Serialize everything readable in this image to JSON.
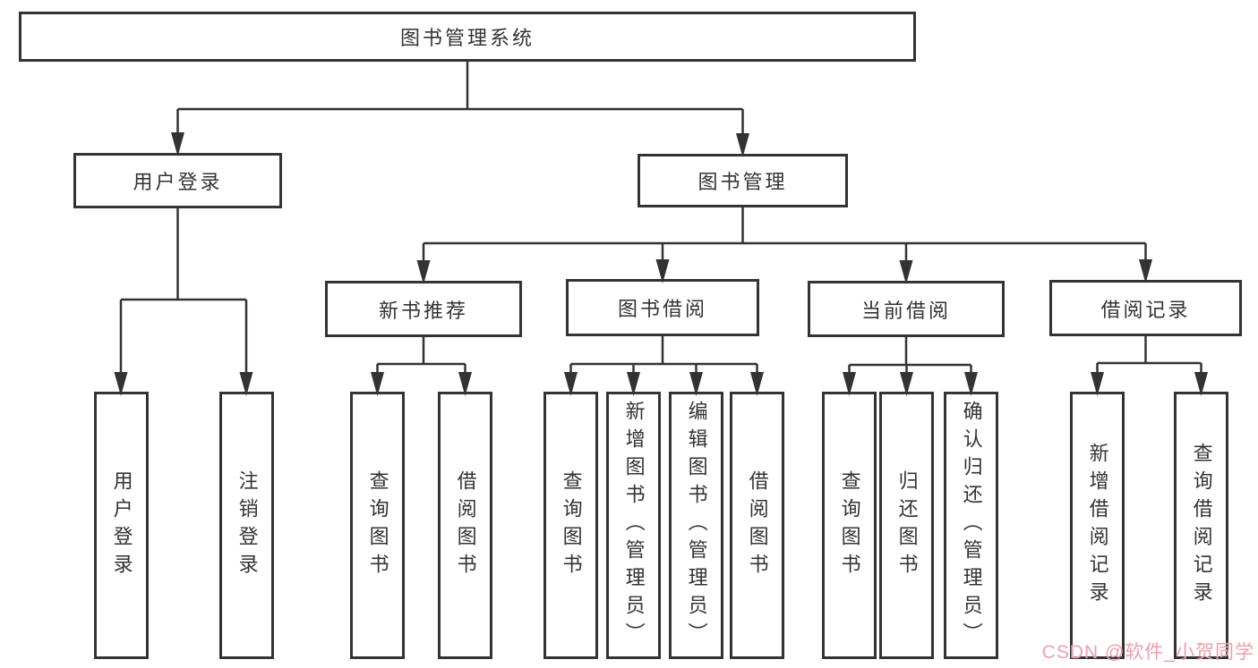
{
  "diagram_title": "图书管理系统",
  "tree": {
    "label": "图书管理系统",
    "children": [
      {
        "label": "用户登录",
        "children": [
          {
            "label": "用户登录"
          },
          {
            "label": "注销登录"
          }
        ]
      },
      {
        "label": "图书管理",
        "children": [
          {
            "label": "新书推荐",
            "children": [
              {
                "label": "查询图书"
              },
              {
                "label": "借阅图书"
              }
            ]
          },
          {
            "label": "图书借阅",
            "children": [
              {
                "label": "查询图书"
              },
              {
                "label": "新增图书（管理员）"
              },
              {
                "label": "编辑图书（管理员）"
              },
              {
                "label": "借阅图书"
              }
            ]
          },
          {
            "label": "当前借阅",
            "children": [
              {
                "label": "查询图书"
              },
              {
                "label": "归还图书"
              },
              {
                "label": "确认归还（管理员）"
              }
            ]
          },
          {
            "label": "借阅记录",
            "children": [
              {
                "label": "新增借阅记录"
              },
              {
                "label": "查询借阅记录"
              }
            ]
          }
        ]
      }
    ]
  },
  "watermark": {
    "text": "CSDN @软件_小贺同学",
    "color": "#F09EAC"
  },
  "colors": {
    "line": "#333333",
    "box_border": "#333333",
    "background": "#FFFFFF"
  }
}
